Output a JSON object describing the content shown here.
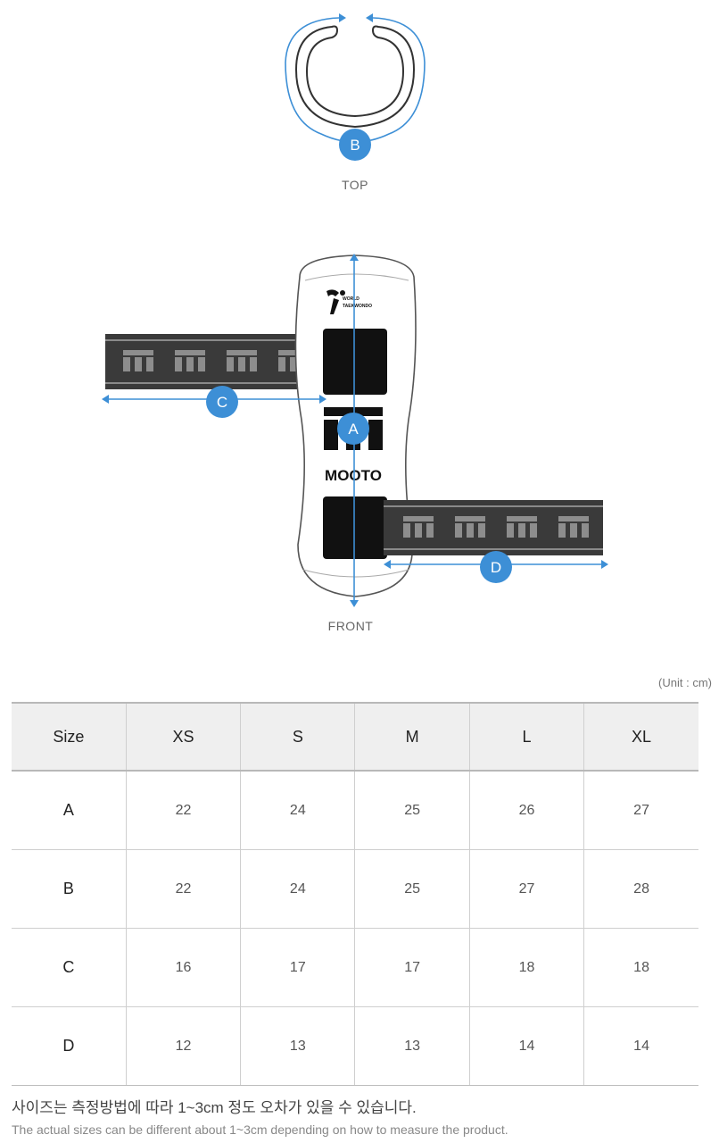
{
  "diagram": {
    "top_label": "TOP",
    "front_label": "FRONT",
    "marker_a": "A",
    "marker_b": "B",
    "marker_c": "C",
    "marker_d": "D",
    "brand_name": "MOOTO",
    "logo_text_line1": "WORLD",
    "logo_text_line2": "TAEKWONDO",
    "accent_color": "#3d8fd6",
    "strap_color": "#3a3a3a"
  },
  "table": {
    "unit": "(Unit : cm)",
    "header": [
      "Size",
      "XS",
      "S",
      "M",
      "L",
      "XL"
    ],
    "rows": [
      [
        "A",
        "22",
        "24",
        "25",
        "26",
        "27"
      ],
      [
        "B",
        "22",
        "24",
        "25",
        "27",
        "28"
      ],
      [
        "C",
        "16",
        "17",
        "17",
        "18",
        "18"
      ],
      [
        "D",
        "12",
        "13",
        "13",
        "14",
        "14"
      ]
    ]
  },
  "notes": {
    "korean": "사이즈는 측정방법에 따라 1~3cm 정도 오차가 있을 수 있습니다.",
    "english": "The actual sizes can be different about 1~3cm depending on how to measure the product."
  }
}
